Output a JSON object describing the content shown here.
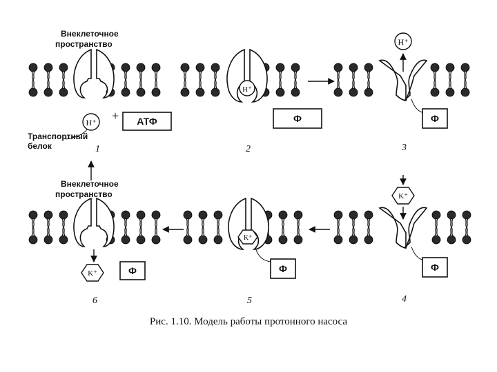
{
  "figure": {
    "caption": "Рис. 1.10. Модель работы протонного насоса"
  },
  "labels": {
    "extracellular_top_line1": "Внеклеточное",
    "extracellular_top_line2": "пространство",
    "extracellular_bottom_line1": "Внеклеточное",
    "extracellular_bottom_line2": "пространство",
    "transport_line1": "Транспортный",
    "transport_line2": "белок"
  },
  "species": {
    "proton": "H⁺",
    "potassium": "K⁺",
    "atp": "АТФ",
    "phosphate": "Ф",
    "plus": "+"
  },
  "steps": [
    "1",
    "2",
    "3",
    "4",
    "5",
    "6"
  ]
}
